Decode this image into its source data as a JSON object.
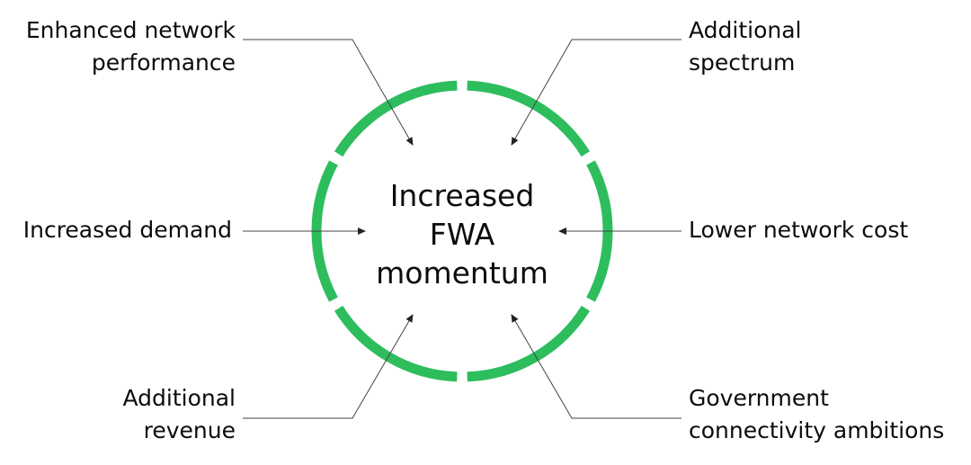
{
  "center": {
    "lines": [
      "Increased",
      "FWA",
      "momentum"
    ]
  },
  "drivers": {
    "enhanced_network_performance": [
      "Enhanced network",
      "performance"
    ],
    "additional_spectrum": [
      "Additional",
      "spectrum"
    ],
    "increased_demand": [
      "Increased demand"
    ],
    "lower_network_cost": [
      "Lower network cost"
    ],
    "additional_revenue": [
      "Additional",
      "revenue"
    ],
    "government_connectivity_ambitions": [
      "Government",
      "connectivity ambitions"
    ]
  },
  "colors": {
    "ring": "#2dbd5d",
    "text": "#0c0c0c",
    "connector": "#444444"
  }
}
